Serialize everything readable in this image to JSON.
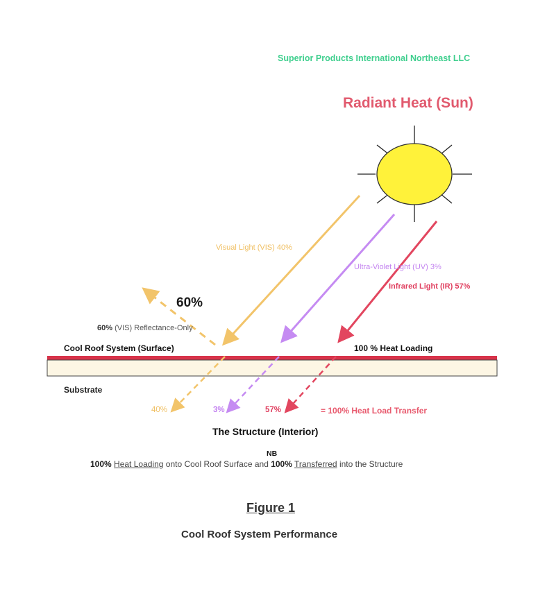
{
  "company": "Superior Products International Northeast LLC",
  "title": "Radiant Heat (Sun)",
  "labels": {
    "visual": "Visual Light (VIS) 40%",
    "uv": "Ultra-Violet Light (UV) 3%",
    "ir": "Infrared Light (IR) 57%",
    "reflect_pct": "60%",
    "reflect_bold": "60%",
    "reflect_text": " (VIS) Reflectance-Only",
    "surface": "Cool Roof System (Surface)",
    "heat_loading": "100 % Heat Loading",
    "substrate": "Substrate",
    "out_vis": "40%",
    "out_uv": "3%",
    "out_ir": "57%",
    "transfer": "= 100% Heat Load Transfer",
    "structure": "The Structure (Interior)"
  },
  "note": {
    "nb": "NB",
    "p1_bold": "100%",
    "p1_link": "Heat Loading",
    "p1_text": " onto Cool Roof Surface and ",
    "p2_bold": "100%",
    "p2_link": "Transferred",
    "p2_text": " into the Structure"
  },
  "figure": {
    "label": "Figure 1",
    "caption": "Cool Roof System Performance"
  },
  "colors": {
    "vis": "#f2c46a",
    "uv": "#c58bf2",
    "ir": "#e2465f",
    "sun_fill": "#fff23a",
    "roof_surface": "#d8334a",
    "substrate_fill": "#fdf6e4"
  }
}
